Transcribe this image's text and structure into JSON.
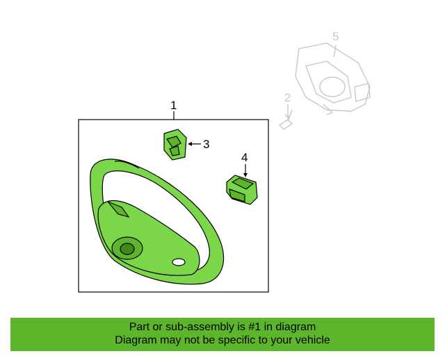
{
  "colors": {
    "highlight": "#5cb52b",
    "part_fill": "#7cd64a",
    "ghost": "#c8c8c8",
    "line": "#000000"
  },
  "callouts": {
    "c1": "1",
    "c2": "2",
    "c3": "3",
    "c4": "4",
    "c5": "5"
  },
  "banner": {
    "line1": "Part or sub-assembly is #1 in diagram",
    "line2": "Diagram may not be specific to your vehicle"
  }
}
